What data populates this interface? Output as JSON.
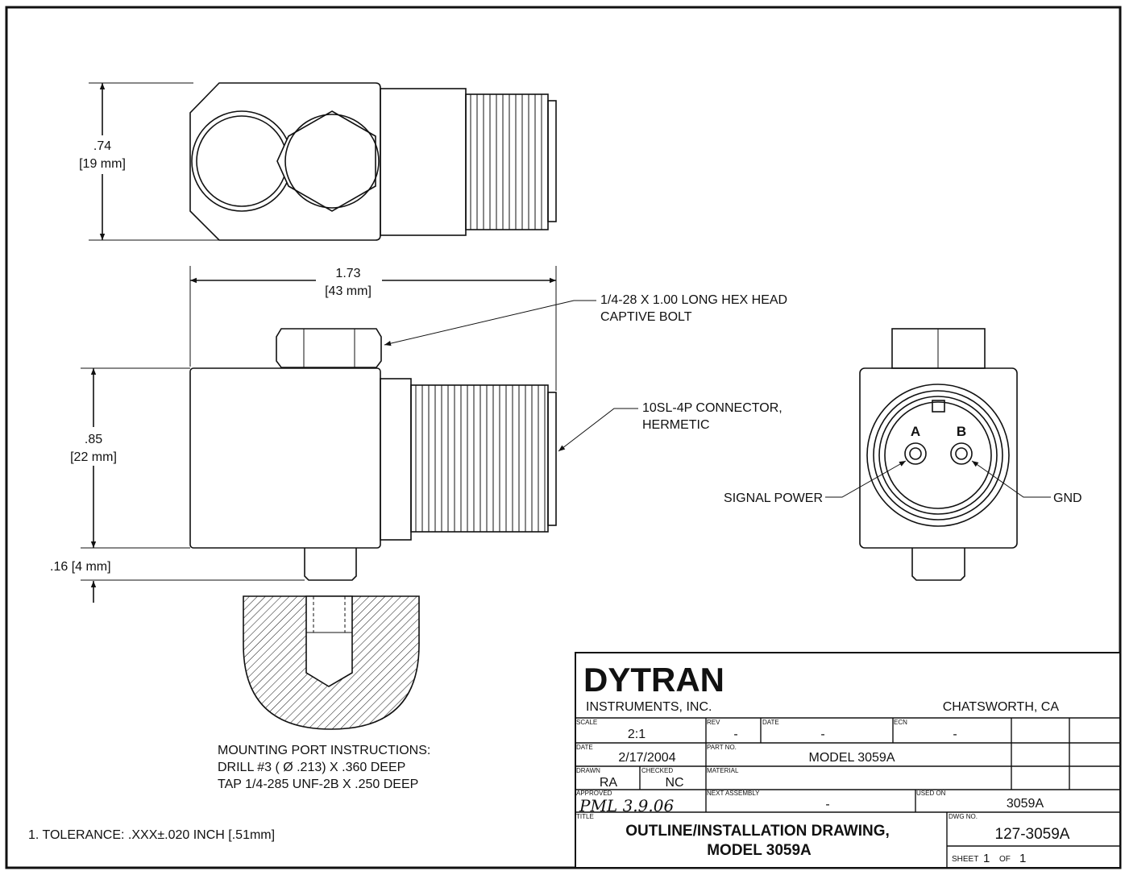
{
  "dimensions": {
    "height_top": ".74",
    "height_top_mm": "[19 mm]",
    "length": "1.73",
    "length_mm": "[43 mm]",
    "height_side": ".85",
    "height_side_mm": "[22 mm]",
    "stud": ".16  [4 mm]"
  },
  "callouts": {
    "bolt_line1": "1/4-28 X 1.00 LONG HEX HEAD",
    "bolt_line2": "CAPTIVE BOLT",
    "connector_line1": "10SL-4P CONNECTOR,",
    "connector_line2": "HERMETIC",
    "pin_a": "A",
    "pin_b": "B",
    "signal": "SIGNAL POWER",
    "gnd": "GND"
  },
  "mounting": {
    "line1": "MOUNTING PORT INSTRUCTIONS:",
    "line2": "DRILL #3 ( Ø .213) X .360 DEEP",
    "line3": "TAP 1/4-285 UNF-2B X .250 DEEP"
  },
  "notes": {
    "tolerance": "1.  TOLERANCE: .XXX±.020 INCH [.51mm]"
  },
  "title_block": {
    "company": "DYTRAN",
    "company_sub": "INSTRUMENTS, INC.",
    "location": "CHATSWORTH, CA",
    "scale_label": "SCALE",
    "scale": "2:1",
    "rev_label": "REV",
    "rev": "-",
    "date_label": "DATE",
    "date_rev": "-",
    "ecn_label": "ECN",
    "ecn": "-",
    "date2_label": "DATE",
    "date": "2/17/2004",
    "part_label": "PART NO.",
    "part": "MODEL 3059A",
    "drawn_label": "DRAWN",
    "drawn": "RA",
    "checked_label": "CHECKED",
    "checked": "NC",
    "material_label": "MATERIAL",
    "approved_label": "APPROVED",
    "approved": "PML 3.9.06",
    "next_label": "NEXT ASSEMBLY",
    "next": "-",
    "used_label": "USED ON",
    "used": "3059A",
    "title_label": "TITLE",
    "title1": "OUTLINE/INSTALLATION DRAWING,",
    "title2": "MODEL 3059A",
    "dwg_label": "DWG NO.",
    "dwg": "127-3059A",
    "sheet_label": "SHEET",
    "sheet": "1",
    "of_label": "OF",
    "of": "1"
  }
}
